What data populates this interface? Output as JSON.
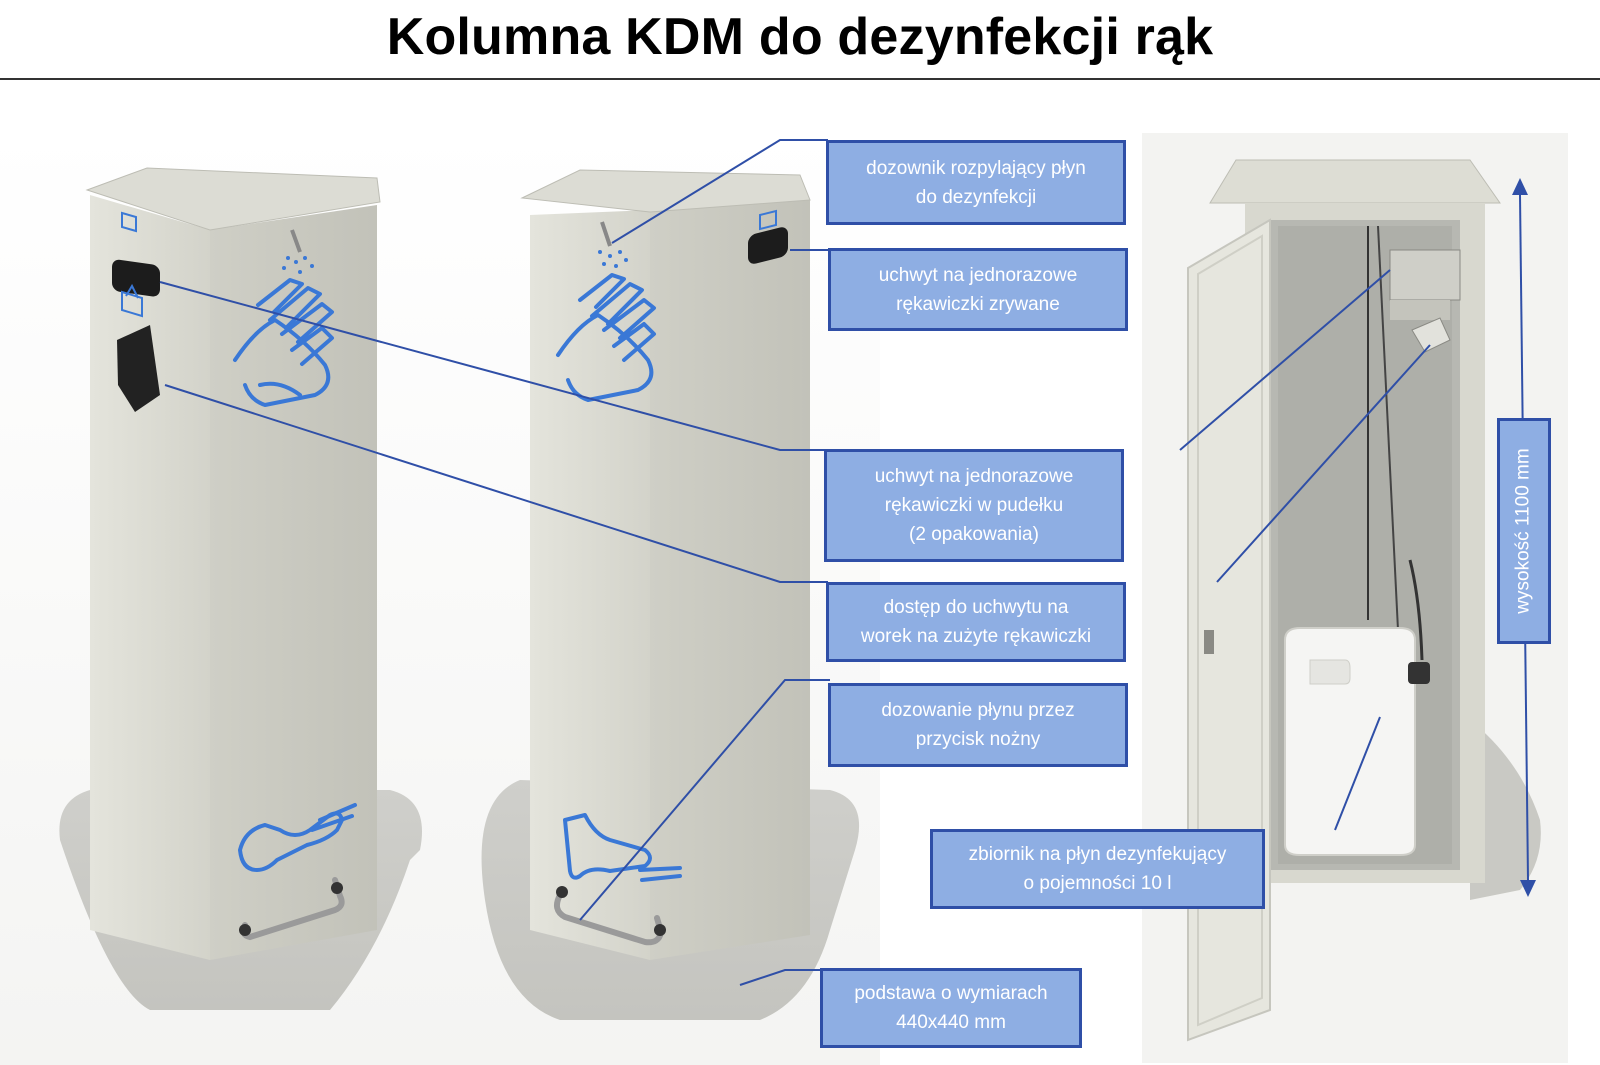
{
  "title": "Kolumna KDM do dezynfekcji rąk",
  "colors": {
    "callout_fill": "#8eaee3",
    "callout_border": "#2f4fa7",
    "leader_line": "#2f4fa7",
    "pictogram": "#3a78d6",
    "column_body": "#d9d9d0"
  },
  "callouts": {
    "dispenser": {
      "lines": [
        "dozownik rozpylający płyn",
        "do dezynfekcji"
      ]
    },
    "tear_glove_holder": {
      "lines": [
        "uchwyt na jednorazowe",
        "rękawiczki zrywane"
      ]
    },
    "box_glove_holder": {
      "lines": [
        "uchwyt na jednorazowe",
        "rękawiczki w pudełku",
        "(2 opakowania)"
      ]
    },
    "bag_access": {
      "lines": [
        "dostęp do uchwytu na",
        "worek na zużyte rękawiczki"
      ]
    },
    "foot_pedal": {
      "lines": [
        "dozowanie płynu przez",
        "przycisk nożny"
      ]
    },
    "tank": {
      "lines": [
        "zbiornik na płyn dezynfekujący",
        "o pojemności 10 l"
      ]
    },
    "base": {
      "lines": [
        "podstawa o wymiarach",
        "440x440 mm"
      ]
    }
  },
  "height_label": "wysokość 1100 mm",
  "icons": [
    "hand-washing-pictogram",
    "foot-press-pictogram",
    "glove-box-pictogram",
    "glove-pictogram"
  ]
}
